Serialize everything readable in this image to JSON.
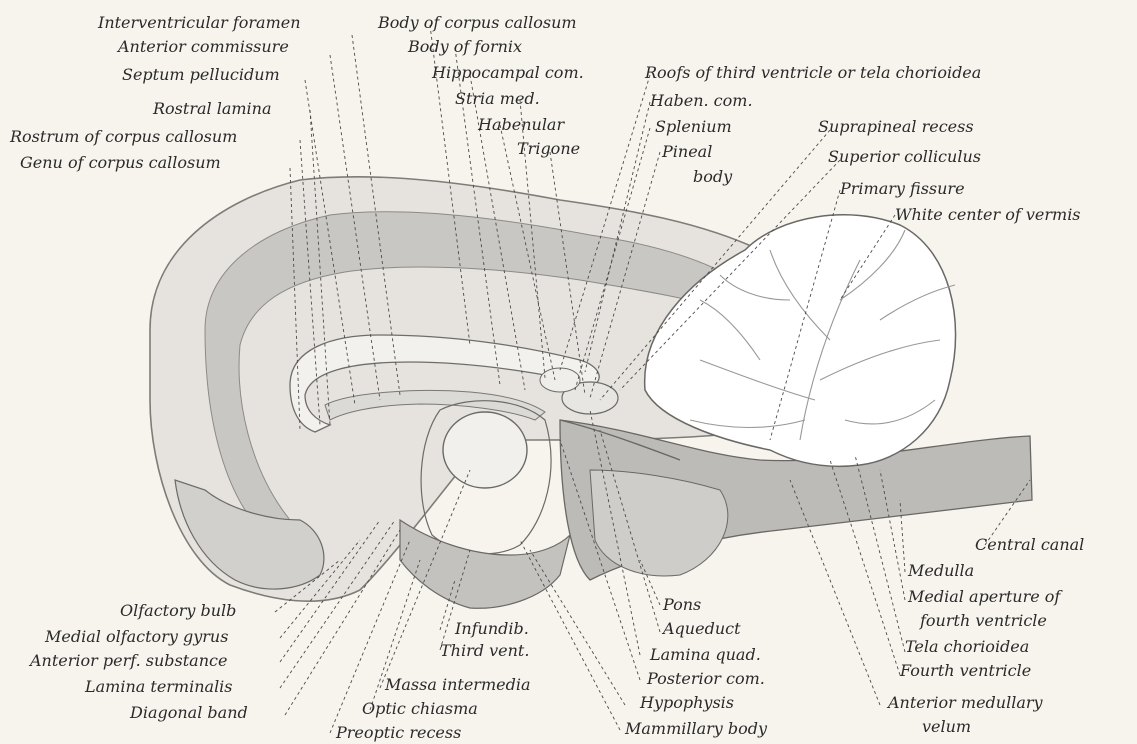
{
  "labels_top": [
    "Interventricular foramen",
    "Body of corpus callosum",
    "Anterior commissure",
    "Body of fornix",
    "Septum pellucidum",
    "Hippocampal com.",
    "Roofs of third ventricle or tela chorioidea",
    "Stria med.",
    "Haben. com.",
    "Rostral lamina",
    "Habenular",
    "Splenium",
    "Suprapineal recess",
    "Rostrum of corpus callosum",
    "Trigone",
    "Pineal",
    "Superior colliculus",
    "Genu of corpus callosum",
    "body",
    "Primary fissure",
    "White center of vermis"
  ],
  "labels_bottom": [
    "Central canal",
    "Medulla",
    "Medial aperture of",
    "fourth ventricle",
    "Tela chorioidea",
    "Fourth ventricle",
    "Anterior medullary",
    "velum",
    "Pons",
    "Aqueduct",
    "Lamina quad.",
    "Posterior com.",
    "Hypophysis",
    "Mammillary body",
    "Infundib.",
    "Third vent.",
    "Massa intermedia",
    "Optic chiasma",
    "Preoptic recess",
    "Olfactory bulb",
    "Medial olfactory gyrus",
    "Anterior perf. substance",
    "Lamina terminalis",
    "Diagonal band"
  ],
  "colors": {
    "background": "#f7f4ee",
    "ink": "#2a2a2a",
    "tissue_light": "#ece9e4",
    "tissue_mid": "#c9c7c4",
    "tissue_dark": "#a9a7a4"
  }
}
